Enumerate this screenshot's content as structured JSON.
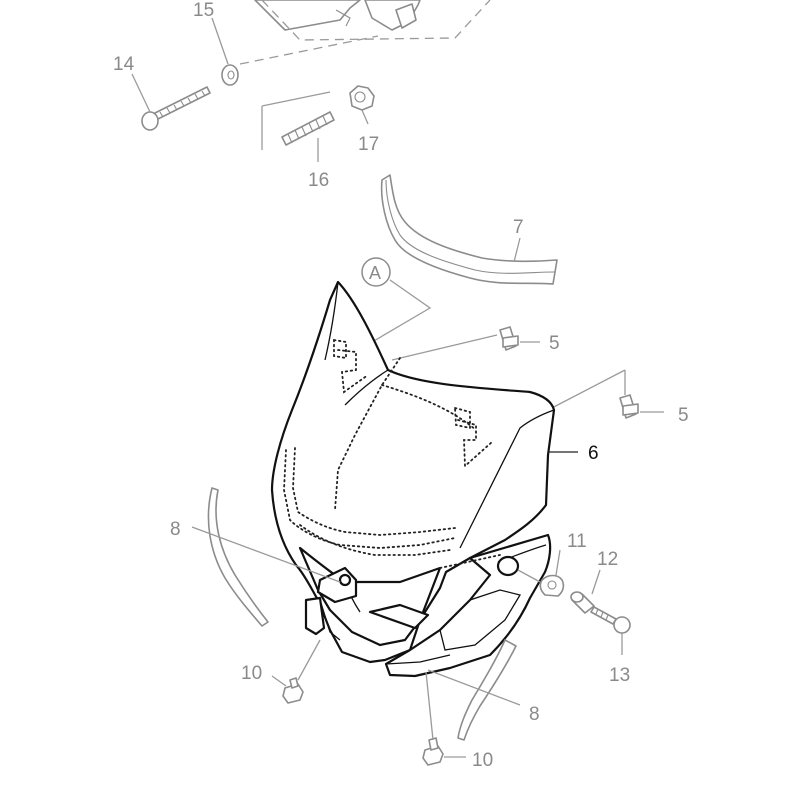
{
  "callouts": {
    "c15": "15",
    "c14": "14",
    "c17": "17",
    "c16": "16",
    "c7": "7",
    "c5a": "5",
    "c5b": "5",
    "c6": "6",
    "c8a": "8",
    "c8b": "8",
    "c11": "11",
    "c12": "12",
    "c13": "13",
    "c10a": "10",
    "c10b": "10"
  },
  "detail_marker": "A",
  "colors": {
    "line_dark": "#111111",
    "line_grey": "#8c8c8c",
    "text_grey": "#8a8a8a"
  }
}
